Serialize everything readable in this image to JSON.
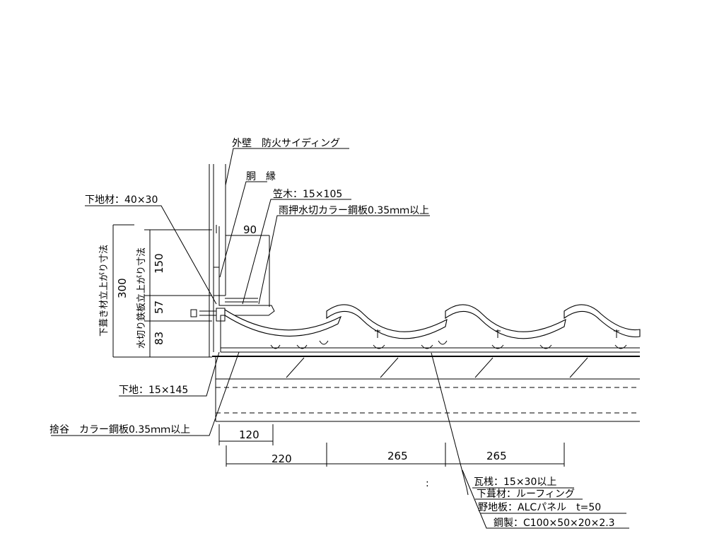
{
  "labels": {
    "outer_wall": "外壁　防火サイディング",
    "dobuchi": "胴　縁",
    "kasagi": "笠木：15×105",
    "flashing": "雨押水切カラー鋼板0.35ｍｍ以上",
    "shitaji_material": "下地材：40×30",
    "shitaji": "下地：15×145",
    "sutedani": "捨谷　カラー鋼板0.35ｍｍ以上",
    "kawarasan": "瓦桟：15×30以上",
    "underlay": "下葺材：ルーフィング",
    "sheathing": "野地板：ALCパネル　t=50",
    "steel": "鋼製：C100×50×20×2.3",
    "colon": ":"
  },
  "vertical_labels": {
    "underlay_rise": "下葺き材立上がり寸法",
    "flashing_rise": "水切り鉄板立上がり寸法"
  },
  "dimensions": {
    "d90": "90",
    "d300": "300",
    "d150": "150",
    "d57": "57",
    "d83": "83",
    "d120": "120",
    "d220": "220",
    "d265a": "265",
    "d265b": "265"
  }
}
